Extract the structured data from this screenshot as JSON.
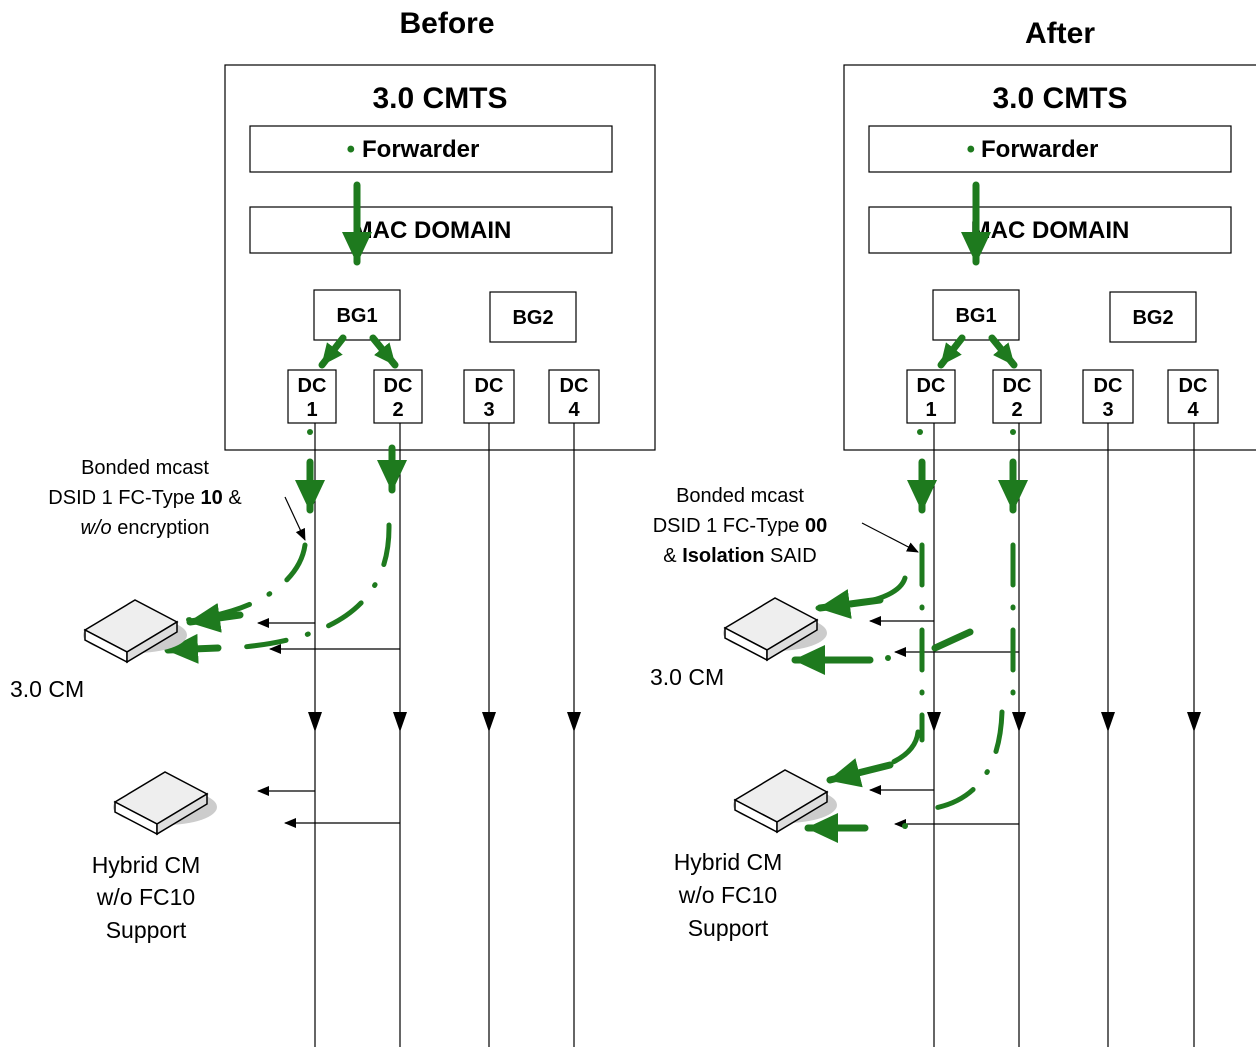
{
  "panels": {
    "before": {
      "heading": "Before",
      "cmts_title": "3.0 CMTS",
      "forwarder_bullet": "•",
      "forwarder_label": "Forwarder",
      "mac_domain_label": "MAC DOMAIN",
      "bg1": "BG1",
      "bg2": "BG2",
      "channels": [
        {
          "top": "DC",
          "bottom": "1"
        },
        {
          "top": "DC",
          "bottom": "2"
        },
        {
          "top": "DC",
          "bottom": "3"
        },
        {
          "top": "DC",
          "bottom": "4"
        }
      ],
      "note_line1": "Bonded mcast",
      "note_line2_a": "DSID 1 FC-Type ",
      "note_line2_b": "10",
      "note_line2_c": " &",
      "note_line3_a": "w/o",
      "note_line3_b": " encryption",
      "cm30_label": "3.0 CM",
      "hybrid_line1": "Hybrid CM",
      "hybrid_line2": "w/o FC10",
      "hybrid_line3": "Support"
    },
    "after": {
      "heading": "After",
      "cmts_title": "3.0 CMTS",
      "forwarder_bullet": "•",
      "forwarder_label": "Forwarder",
      "mac_domain_label": "MAC DOMAIN",
      "bg1": "BG1",
      "bg2": "BG2",
      "channels": [
        {
          "top": "DC",
          "bottom": "1"
        },
        {
          "top": "DC",
          "bottom": "2"
        },
        {
          "top": "DC",
          "bottom": "3"
        },
        {
          "top": "DC",
          "bottom": "4"
        }
      ],
      "note_line1": "Bonded mcast",
      "note_line2_a": "DSID 1 FC-Type ",
      "note_line2_b": "00",
      "note_line3_a": "& ",
      "note_line3_b": "Isolation",
      "note_line3_c": " SAID",
      "cm30_label": "3.0 CM",
      "hybrid_line1": "Hybrid CM",
      "hybrid_line2": "w/o FC10",
      "hybrid_line3": "Support"
    }
  },
  "colors": {
    "flow": "#1e7a1e",
    "line": "#000000",
    "device_top": "#eeeeee",
    "device_shadow": "#cccccc"
  },
  "icons": [
    "cable-modem-icon"
  ]
}
